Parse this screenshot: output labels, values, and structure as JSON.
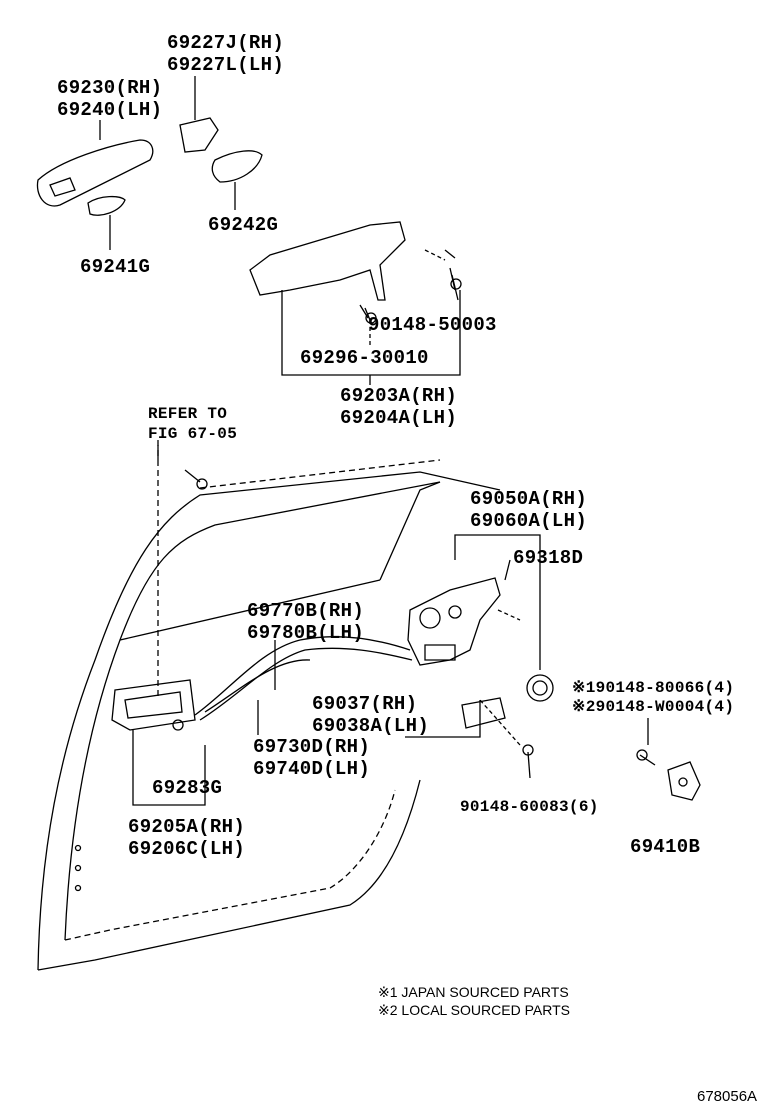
{
  "labels": {
    "p69227": [
      "69227J(RH)",
      "69227L(LH)"
    ],
    "p69230": [
      "69230(RH)",
      "69240(LH)"
    ],
    "p69242": "69242G",
    "p69241": "69241G",
    "p90148_50003": "90148-50003",
    "p69296": "69296-30010",
    "p69203": [
      "69203A(RH)",
      "69204A(LH)"
    ],
    "refer": [
      "REFER TO",
      "FIG 67-05"
    ],
    "p69050": [
      "69050A(RH)",
      "69060A(LH)"
    ],
    "p69318": "69318D",
    "p69770": [
      "69770B(RH)",
      "69780B(LH)"
    ],
    "p69037": [
      "69037(RH)",
      "69038A(LH)"
    ],
    "p69730": [
      "69730D(RH)",
      "69740D(LH)"
    ],
    "p69283": "69283G",
    "p69205": [
      "69205A(RH)",
      "69206C(LH)"
    ],
    "p90148_80066": [
      "※190148-80066(4)",
      "※290148-W0004(4)"
    ],
    "p90148_60083": "90148-60083(6)",
    "p69410": "69410B"
  },
  "footnotes": [
    "※1 JAPAN SOURCED PARTS",
    "※2 LOCAL SOURCED PARTS"
  ],
  "diagram_id": "678056A"
}
